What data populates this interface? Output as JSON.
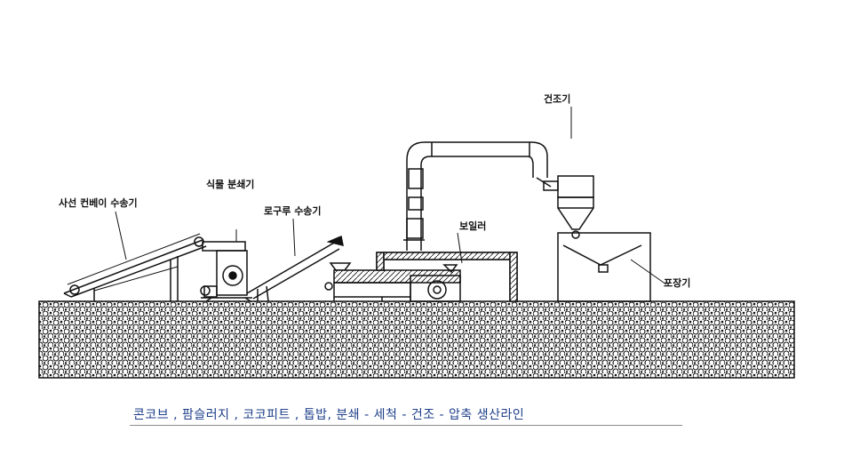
{
  "labels": {
    "conveyor": "사선 컨베이 수송기",
    "crusher": "식물 분쇄기",
    "screw_conveyor": "로구루 수송기",
    "boiler": "보일러",
    "dryer": "건조기",
    "packer": "포장기"
  },
  "caption": "콘코브 , 팜슬러지 , 코코피트 , 톱밥,  분쇄 - 세척 - 건조 - 압축 생산라인",
  "colors": {
    "ink": "#111111",
    "caption": "#1e3f8a",
    "rule": "#8c8c8c"
  }
}
